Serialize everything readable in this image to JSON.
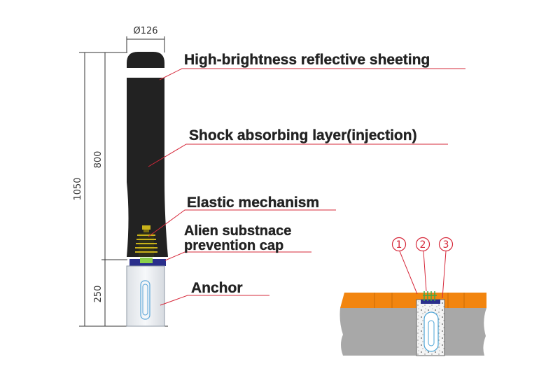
{
  "dimensions": {
    "diameter": "Ø126",
    "total_height": "1050",
    "body_height": "800",
    "anchor_height": "250"
  },
  "labels": {
    "reflective": "High-brightness reflective sheeting",
    "shock": "Shock absorbing layer(injection)",
    "elastic": "Elastic mechanism",
    "cap_line1": "Alien substnace",
    "cap_line2": "prevention cap",
    "anchor": "Anchor"
  },
  "callouts": [
    "1",
    "2",
    "3"
  ],
  "colors": {
    "leader": "#d6283a",
    "body": "#222222",
    "ground_top": "#f2850f",
    "ground": "#a8a8a8",
    "anchor_outline": "#8aaac4",
    "mechanism": "#c9b21a",
    "cap": "#2a2f8c"
  }
}
